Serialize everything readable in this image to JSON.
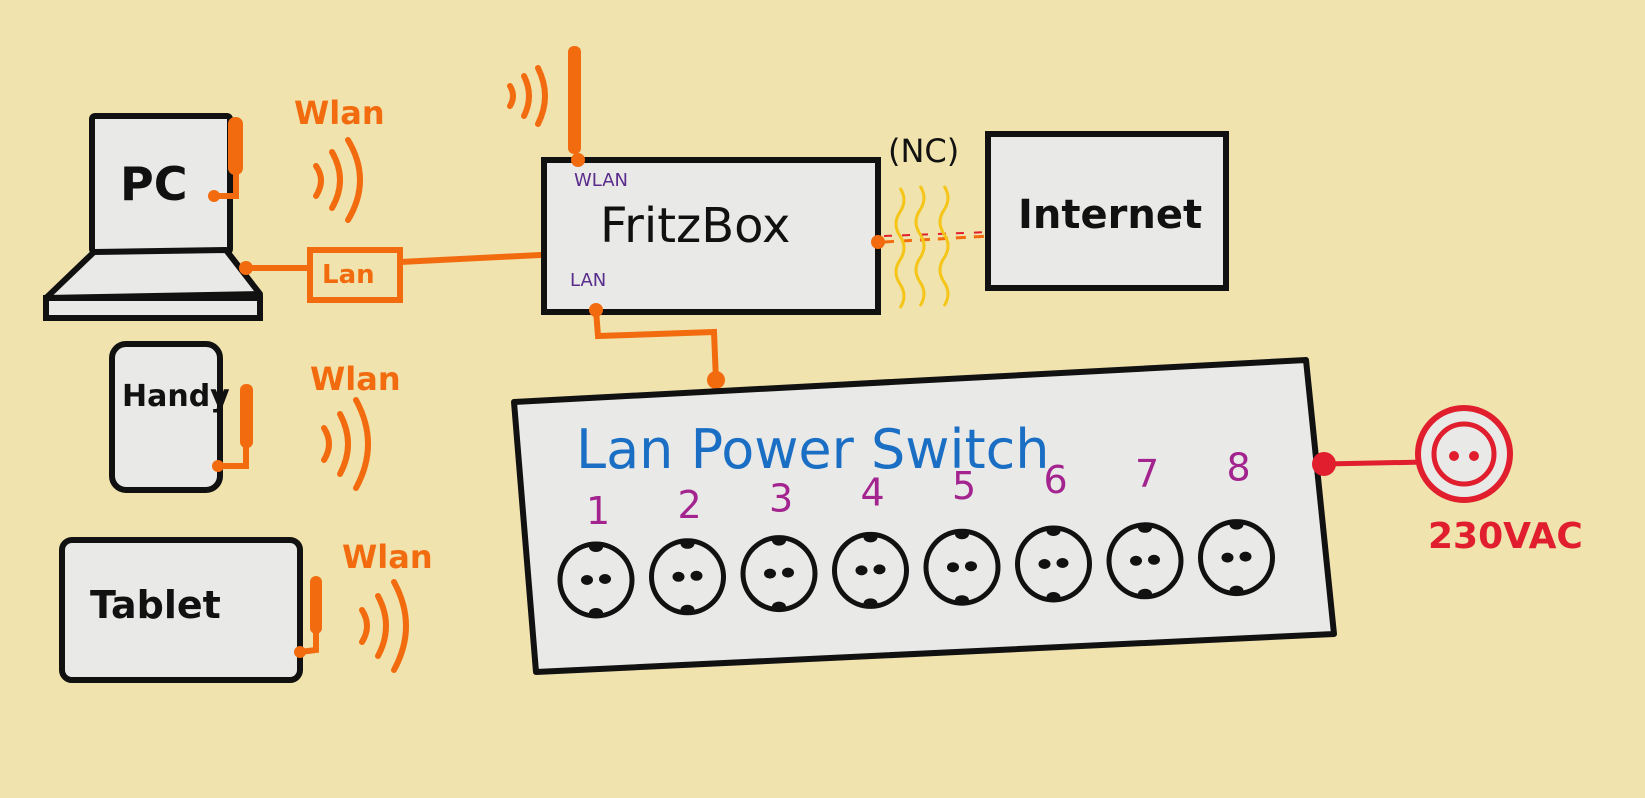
{
  "colors": {
    "background": "#f0e3ae",
    "box_fill": "#e9e9e7",
    "outline": "#111111",
    "wire": "#f26c0f",
    "power": "#e01e2e",
    "switch_title": "#1a6fc4",
    "socket_numbers": "#a3238f",
    "port_labels": "#5a2c8c",
    "interference": "#f5c518"
  },
  "devices": {
    "pc": {
      "label": "PC"
    },
    "handy": {
      "label": "Handy"
    },
    "tablet": {
      "label": "Tablet"
    },
    "fritzbox": {
      "label": "FritzBox",
      "port_wlan": "WLAN",
      "port_lan": "LAN"
    },
    "internet": {
      "label": "Internet",
      "note": "(NC)"
    },
    "switch": {
      "title": "Lan Power Switch",
      "sockets": [
        "1",
        "2",
        "3",
        "4",
        "5",
        "6",
        "7",
        "8"
      ]
    }
  },
  "links": {
    "wlan_pc": "Wlan",
    "wlan_handy": "Wlan",
    "wlan_tablet": "Wlan",
    "lan_cable": "Lan"
  },
  "power": {
    "label": "230VAC"
  }
}
